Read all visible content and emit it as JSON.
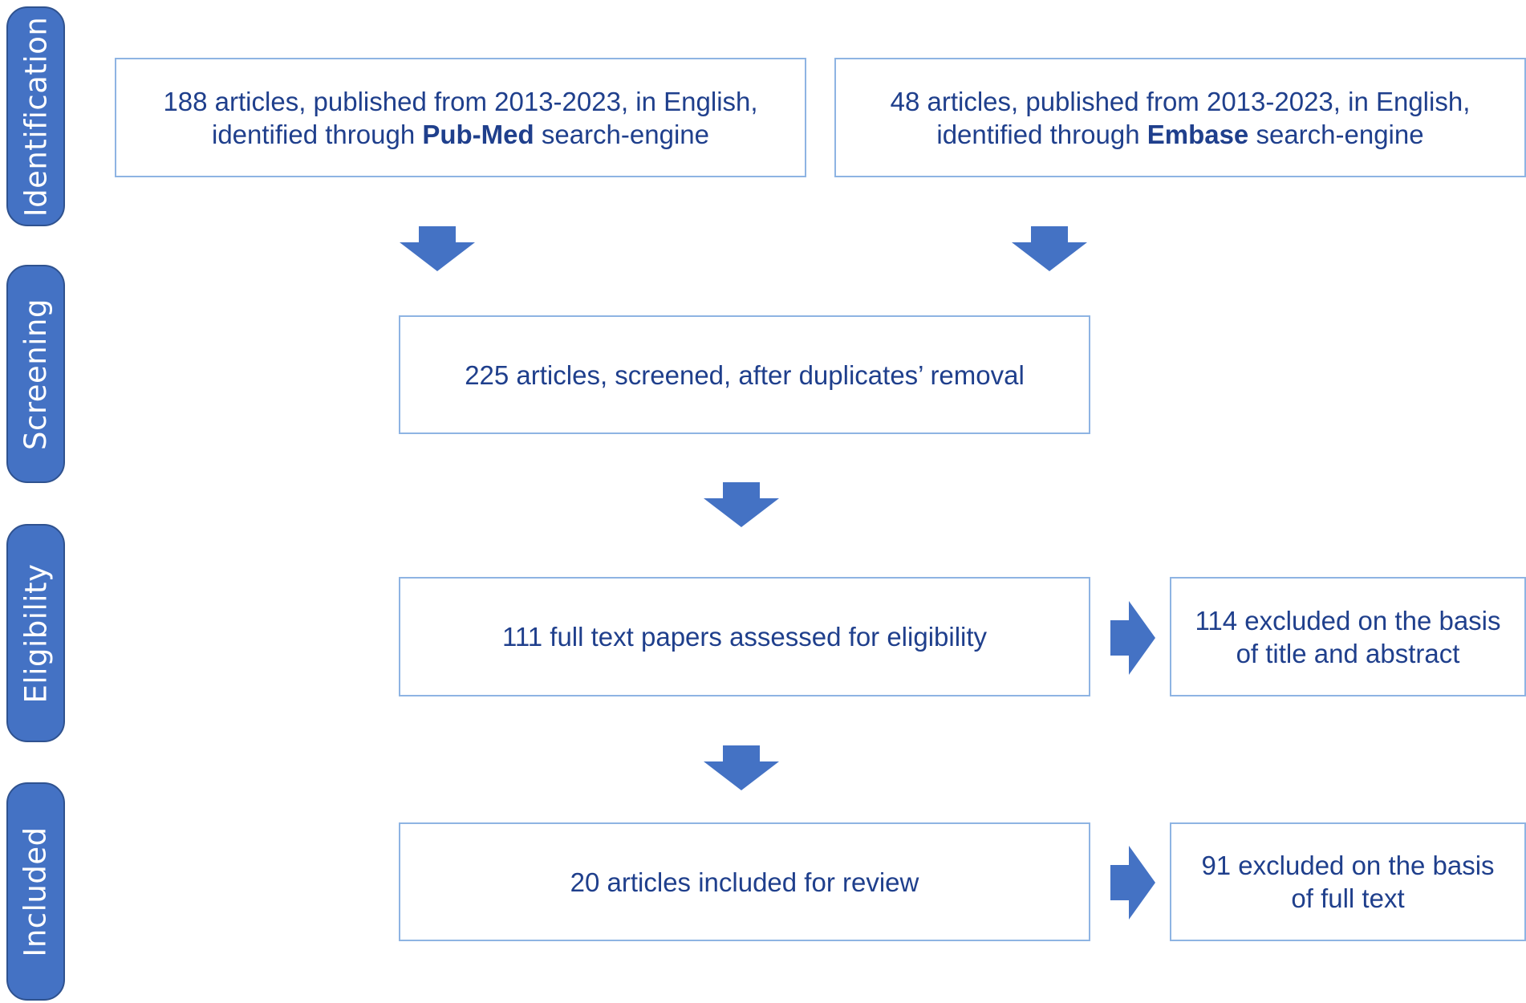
{
  "stages": {
    "identification": "Identification",
    "screening": "Screening",
    "eligibility": "Eligibility",
    "included": "Included"
  },
  "boxes": {
    "pubmed": {
      "line1": "188 articles, published from 2013-2023, in English,",
      "line2_pre": "identified through ",
      "line2_bold": "Pub-Med",
      "line2_post": " search-engine"
    },
    "embase": {
      "line1": "48 articles, published from 2013-2023, in English,",
      "line2_pre": "identified through ",
      "line2_bold": "Embase",
      "line2_post": " search-engine"
    },
    "screened": "225 articles, screened, after duplicates’ removal",
    "fulltext": "111 full text papers assessed for eligibility",
    "excluded_title": {
      "line1": "114 excluded on the basis",
      "line2": "of title and abstract"
    },
    "included": "20 articles included for review",
    "excluded_fulltext": {
      "line1": "91 excluded on the basis",
      "line2": "of full text"
    }
  },
  "colors": {
    "stage_fill": "#4472c4",
    "arrow_fill": "#4472c4",
    "box_border": "#8eb4e3",
    "text": "#1f3f8c"
  }
}
